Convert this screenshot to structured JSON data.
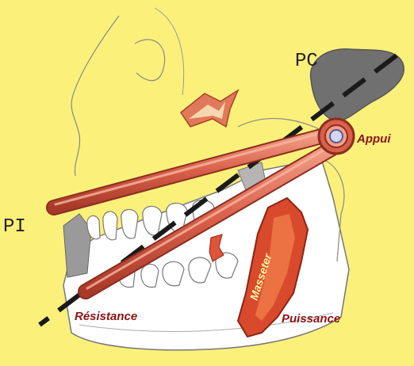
{
  "labels": {
    "pc": "PC",
    "pi": "PI",
    "appui": "Appui",
    "resistance": "Résistance",
    "puissance": "Puissance",
    "masseter": "Masseter"
  },
  "colors": {
    "background": "#fbf07a",
    "lever": "#d9604a",
    "muscle": "#d94a2c",
    "bone_gray": "#6e6e6e",
    "label_red": "#8a1414"
  }
}
